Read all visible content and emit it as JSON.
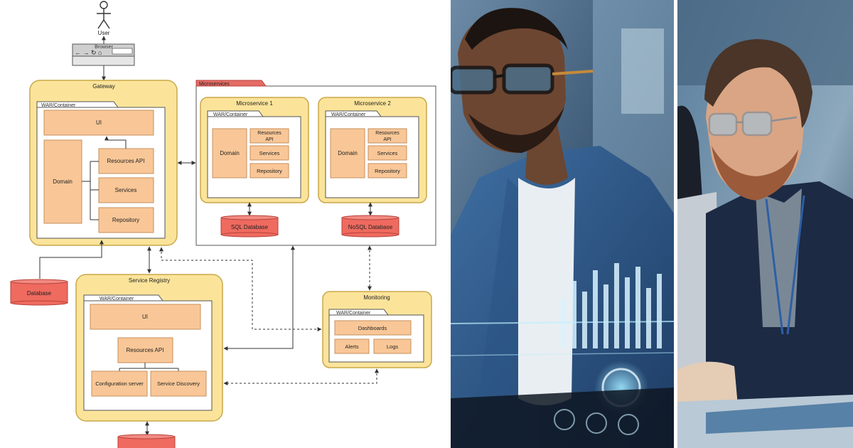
{
  "diagram": {
    "user": {
      "label": "User"
    },
    "browser": {
      "label": "Browser"
    },
    "gateway": {
      "title": "Gateway",
      "container": "WAR/Container",
      "ui": "UI",
      "domain": "Domain",
      "resources_api": "Resources API",
      "services": "Services",
      "repository": "Repository"
    },
    "microservices": {
      "tag": "Microservices",
      "ms1": {
        "title": "Microservice 1",
        "container": "WAR/Container",
        "domain": "Domain",
        "resources_api_1": "Resources",
        "resources_api_2": "API",
        "services": "Services",
        "repository": "Repository",
        "db": "SQL Database"
      },
      "ms2": {
        "title": "Microservice 2",
        "container": "WAR/Container",
        "domain": "Domain",
        "resources_api_1": "Resources",
        "resources_api_2": "API",
        "services": "Services",
        "repository": "Repository",
        "db": "NoSQL Database"
      }
    },
    "database": {
      "label": "Database"
    },
    "service_registry": {
      "title": "Service Registry",
      "container": "WAR/Container",
      "ui": "UI",
      "resources_api": "Resources API",
      "config_server": "Configuration server",
      "service_discovery": "Service Discovery"
    },
    "monitoring": {
      "title": "Monitoring",
      "container": "WAR/Container",
      "dashboards": "Dashboards",
      "alerts": "Alerts",
      "logs": "Logs"
    }
  },
  "colors": {
    "outer_fill": "#fbe49a",
    "outer_stroke": "#c9a74a",
    "inner_box": "#f9c797",
    "inner_stroke": "#c68f5c",
    "database_fill": "#ef6a5f",
    "database_stroke": "#b8423b",
    "tag_fill": "#e56b64"
  }
}
